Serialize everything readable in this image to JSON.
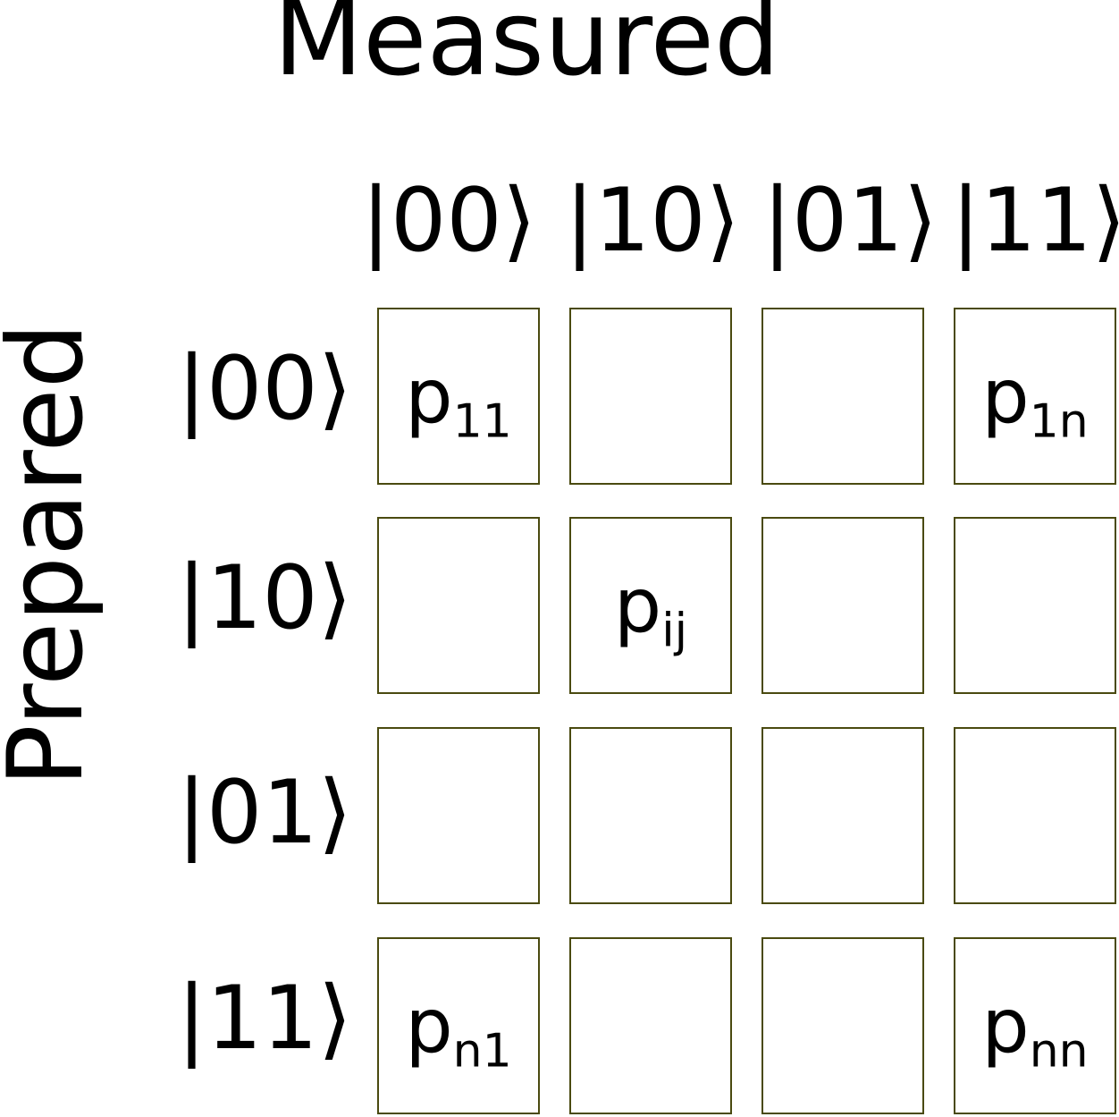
{
  "title": "Measured",
  "side_title": "Prepared",
  "columns": [
    "|00⟩",
    "|10⟩",
    "|01⟩",
    "|11⟩"
  ],
  "rows": [
    "|00⟩",
    "|10⟩",
    "|01⟩",
    "|11⟩"
  ],
  "cells": [
    [
      {
        "base": "p",
        "sub": "11"
      },
      {
        "base": "",
        "sub": ""
      },
      {
        "base": "",
        "sub": ""
      },
      {
        "base": "p",
        "sub": "1n"
      }
    ],
    [
      {
        "base": "",
        "sub": ""
      },
      {
        "base": "p",
        "sub": "ij"
      },
      {
        "base": "",
        "sub": ""
      },
      {
        "base": "",
        "sub": ""
      }
    ],
    [
      {
        "base": "",
        "sub": ""
      },
      {
        "base": "",
        "sub": ""
      },
      {
        "base": "",
        "sub": ""
      },
      {
        "base": "",
        "sub": ""
      }
    ],
    [
      {
        "base": "p",
        "sub": "n1"
      },
      {
        "base": "",
        "sub": ""
      },
      {
        "base": "",
        "sub": ""
      },
      {
        "base": "p",
        "sub": "nn"
      }
    ]
  ],
  "colors": {
    "cell_border": "#4a4a10",
    "text": "#000000",
    "background": "#ffffff"
  }
}
